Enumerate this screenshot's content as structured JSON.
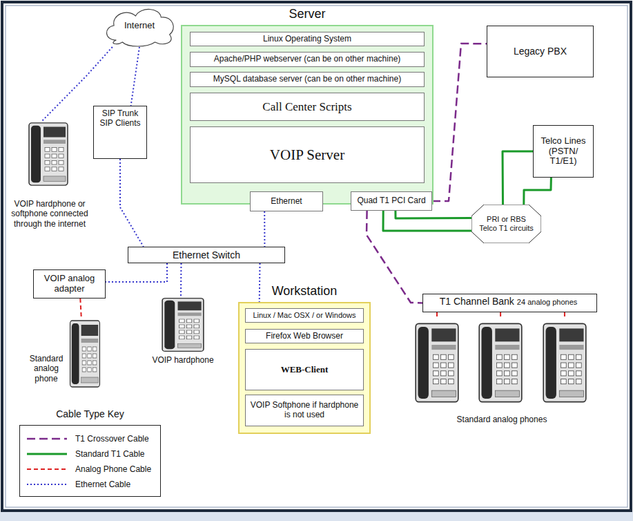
{
  "diagram": {
    "nodes": [
      {
        "text": [
          "Server"
        ]
      },
      {
        "text": [
          "Linux Operating System"
        ],
        "in": 0
      },
      {
        "text": [
          "Apache/PHP webserver (can be on other machine)"
        ],
        "in": 0
      },
      {
        "text": [
          "MySQL database server (can be on other machine)"
        ],
        "in": 0
      },
      {
        "text": [
          "Call Center Scripts"
        ],
        "in": 0
      },
      {
        "text": [
          "VOIP Server"
        ],
        "in": 0
      },
      {
        "text": [
          "Ethernet"
        ],
        "in": 0
      },
      {
        "text": [
          "Quad T1 PCI Card"
        ],
        "in": 0
      },
      {
        "text": [
          "Internet"
        ]
      },
      {
        "text": [
          "SIP Trunk SIP Clients"
        ]
      },
      {
        "text": [
          "Legacy PBX"
        ]
      },
      {
        "text": [
          "Telco Lines (PSTN/ T1/E1)"
        ]
      },
      {
        "text": [
          "PRI or RBS Telco T1 circuits"
        ]
      },
      {
        "text": [
          "Ethernet Switch"
        ]
      },
      {
        "text": [
          "VOIP analog adapter"
        ]
      },
      {
        "text": [
          "Workstation"
        ]
      },
      {
        "text": [
          "Linux / Mac OSX / or Windows"
        ],
        "in": 15
      },
      {
        "text": [
          "Firefox Web Browser"
        ],
        "in": 15
      },
      {
        "text": [
          "WEB-Client"
        ],
        "in": 15
      },
      {
        "text": [
          "VOIP Softphone if hardphone is not used"
        ],
        "in": 15
      },
      {
        "text": [
          "T1 Channel Bank",
          "24 analog phones"
        ]
      },
      {
        "text": [
          "VOIP hardphone or softphone connected through the internet"
        ]
      },
      {
        "text": [
          "Standard analog phone"
        ]
      },
      {
        "text": [
          "VOIP hardphone"
        ]
      },
      {
        "text": [
          "Standard analog phones"
        ]
      }
    ],
    "edges": [
      {
        "from": 8,
        "to": 21,
        "arrow": "none"
      },
      {
        "from": 8,
        "to": 9,
        "arrow": "none"
      },
      {
        "from": 9,
        "to": 13,
        "arrow": "none"
      },
      {
        "from": 6,
        "to": 13,
        "arrow": "none"
      },
      {
        "from": 13,
        "to": 14,
        "arrow": "none"
      },
      {
        "from": 13,
        "to": 23,
        "arrow": "none"
      },
      {
        "from": 13,
        "to": 15,
        "arrow": "none"
      },
      {
        "from": 14,
        "to": 22,
        "arrow": "none"
      },
      {
        "from": 7,
        "to": 10,
        "arrow": "none"
      },
      {
        "from": 7,
        "to": 12,
        "arrow": "none"
      },
      {
        "from": 7,
        "to": 12,
        "arrow": "none"
      },
      {
        "from": 12,
        "to": 11,
        "arrow": "none"
      },
      {
        "from": 12,
        "to": 11,
        "arrow": "none"
      },
      {
        "from": 7,
        "to": 20,
        "arrow": "none"
      },
      {
        "from": 20,
        "to": 24,
        "arrow": "none"
      },
      {
        "from": 20,
        "to": 24,
        "arrow": "none"
      },
      {
        "from": 20,
        "to": 24,
        "arrow": "none"
      }
    ],
    "labels": [
      "Cable Type Key"
    ],
    "legend": [
      {
        "text": "T1 Crossover Cable"
      },
      {
        "text": "Standard T1 Cable"
      },
      {
        "text": "Analog Phone Cable"
      },
      {
        "text": "Ethernet Cable"
      }
    ]
  }
}
